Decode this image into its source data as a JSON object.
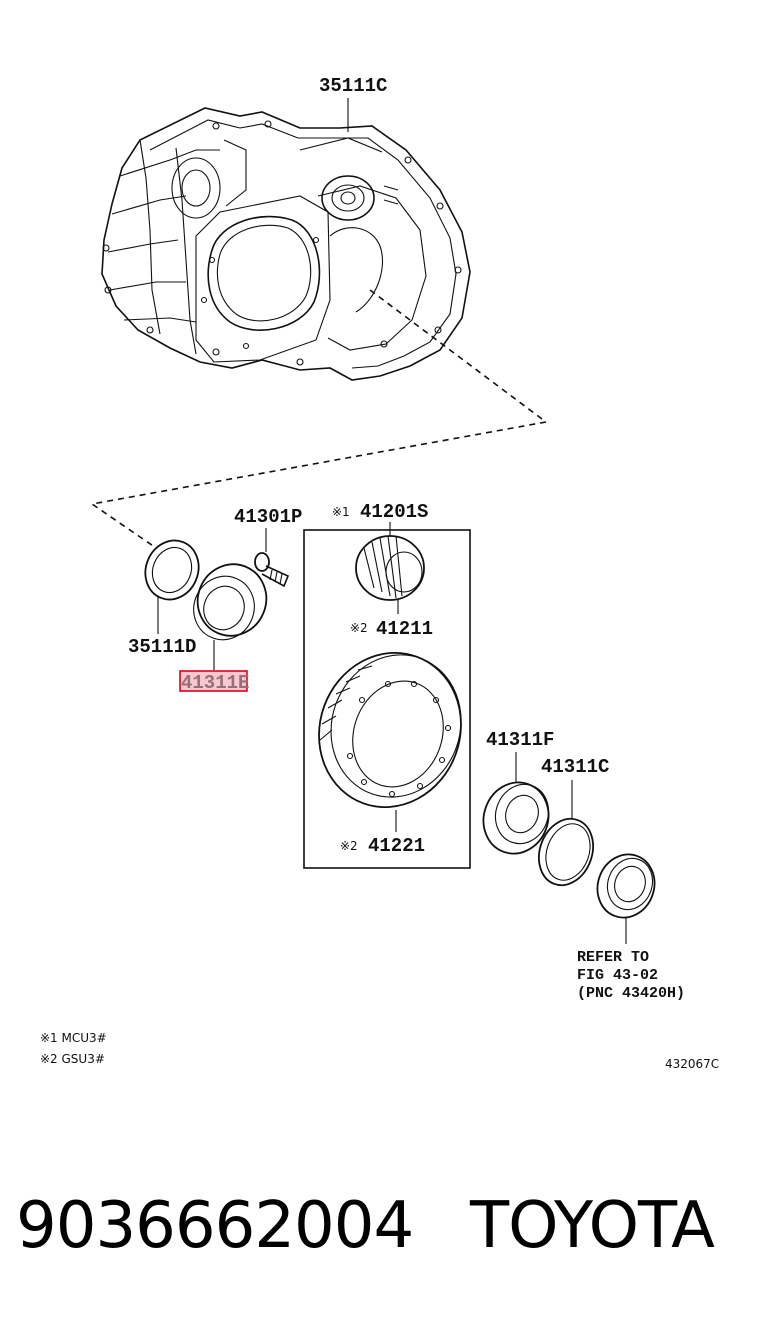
{
  "labels": {
    "case": "35111C",
    "bolt": "41301P",
    "pinion_set": "41201S",
    "seal": "35111D",
    "bearing_left": "41311E",
    "pinion": "41211",
    "ring_gear": "41221",
    "bearing_right": "41311F",
    "shim": "41311C"
  },
  "marks": {
    "m1": "※1",
    "m2a": "※2",
    "m2b": "※2"
  },
  "refer": {
    "line1": "REFER TO",
    "line2": "FIG 43-02",
    "line3": "(PNC 43420H)"
  },
  "notes": {
    "n1": "※1 MCU3#",
    "n2": "※2 GSU3#",
    "code": "432067C"
  },
  "footer": {
    "part_number": "9036662004",
    "brand": "TOYOTA"
  },
  "highlight_color": "#e0001b"
}
